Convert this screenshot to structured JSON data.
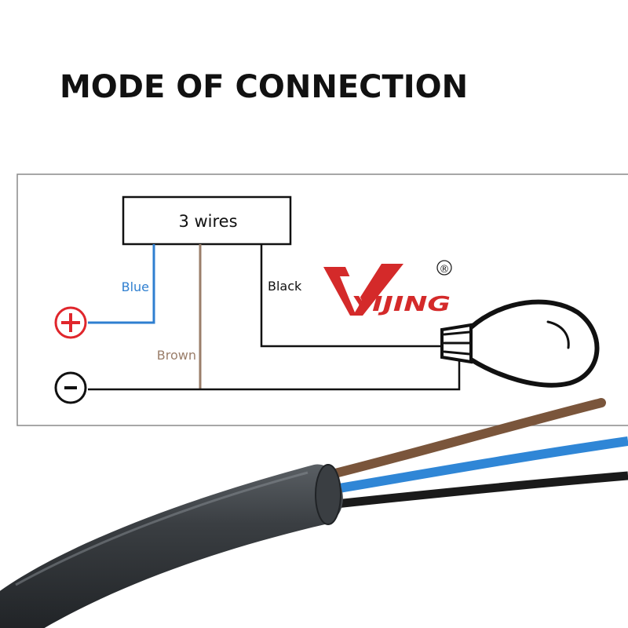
{
  "title": "MODE OF CONNECTION",
  "box_label": "3 wires",
  "wires": {
    "blue": {
      "label": "Blue",
      "color": "#2f7fd0"
    },
    "brown": {
      "label": "Brown",
      "color": "#9a7e6a"
    },
    "black": {
      "label": "Black",
      "color": "#111111"
    }
  },
  "terminals": {
    "positive": {
      "symbol": "+",
      "color": "#e0262c"
    },
    "negative": {
      "symbol": "-",
      "color": "#111111"
    }
  },
  "logo": {
    "text": "YIJING",
    "registered": "®",
    "color": "#d42a2a"
  },
  "load_icon": "light-bulb-icon",
  "cable": {
    "jacket_color": "#2e3236",
    "core_colors": [
      "#7a553b",
      "#2f86d6",
      "#1a1a1a"
    ]
  }
}
